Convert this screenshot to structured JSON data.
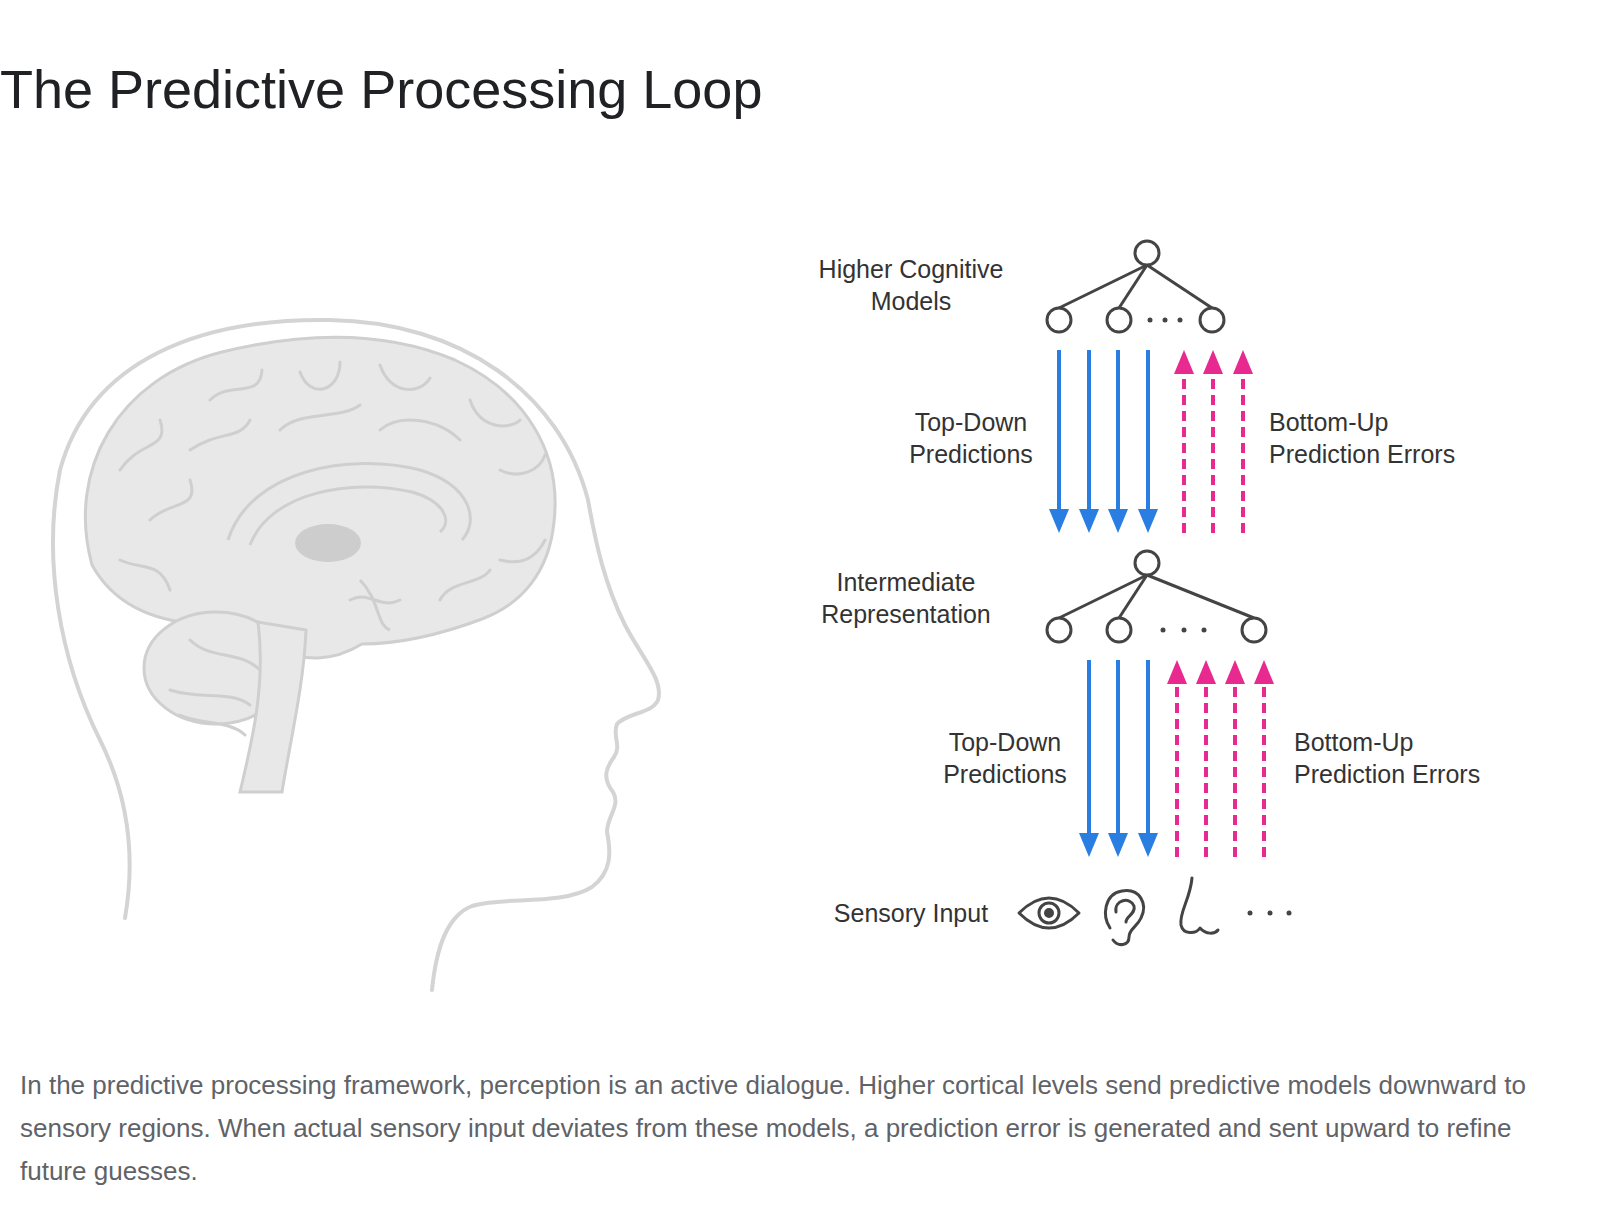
{
  "diagram": {
    "title": "The Predictive Processing Loop",
    "caption": "In the predictive processing framework, perception is an active dialogue. Higher cortical levels send predictive models downward to sensory regions. When actual sensory input deviates from these models, a prediction error is generated and sent upward to refine future guesses.",
    "nodes": [
      {
        "text": [
          "Higher Cognitive Models"
        ]
      },
      {
        "text": [
          "Intermediate Representation"
        ]
      },
      {
        "text": [
          "Sensory Input"
        ]
      }
    ],
    "edges": [
      {
        "from": 0,
        "to": 1,
        "label": "Top-Down Predictions",
        "arrow": "to"
      },
      {
        "from": 1,
        "to": 0,
        "label": "Bottom-Up Prediction Errors",
        "arrow": "to"
      },
      {
        "from": 1,
        "to": 2,
        "label": "Top-Down Predictions",
        "arrow": "to"
      },
      {
        "from": 2,
        "to": 1,
        "label": "Bottom-Up Prediction Errors",
        "arrow": "to"
      }
    ]
  }
}
